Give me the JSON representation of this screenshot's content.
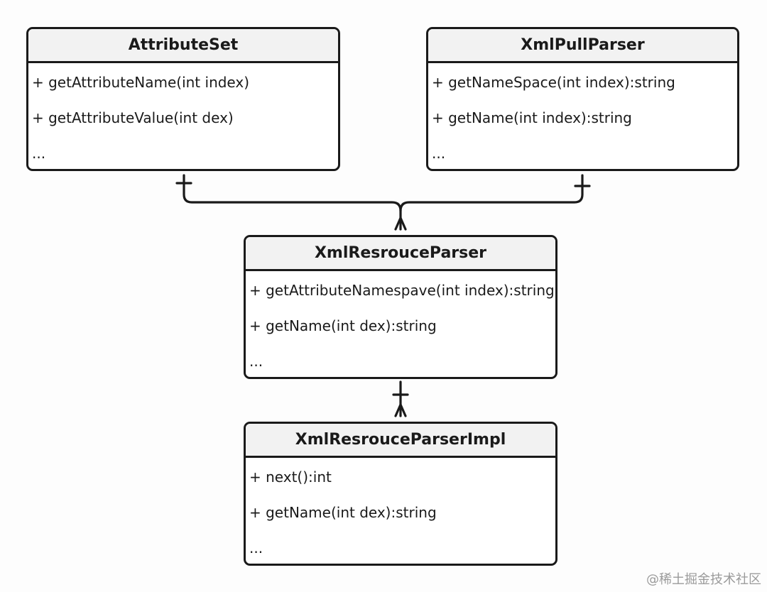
{
  "diagram": {
    "classes": [
      {
        "name": "AttributeSet",
        "members": [
          "+ getAttributeName(int index)",
          "+ getAttributeValue(int dex)",
          "..."
        ]
      },
      {
        "name": "XmlPullParser",
        "members": [
          "+ getNameSpace(int index):string",
          "+ getName(int index):string",
          "..."
        ]
      },
      {
        "name": "XmlResrouceParser",
        "members": [
          "+ getAttributeNamespave(int index):string",
          "+ getName(int dex):string",
          "..."
        ]
      },
      {
        "name": "XmlResrouceParserImpl",
        "members": [
          "+ next():int",
          "+ getName(int dex):string",
          "..."
        ]
      }
    ],
    "relationships": [
      {
        "from": "AttributeSet",
        "to": "XmlResrouceParser",
        "from_end": "one",
        "to_end": "many"
      },
      {
        "from": "XmlPullParser",
        "to": "XmlResrouceParser",
        "from_end": "one",
        "to_end": "many"
      },
      {
        "from": "XmlResrouceParser",
        "to": "XmlResrouceParserImpl",
        "from_end": "one",
        "to_end": "many"
      }
    ]
  },
  "watermark": "@稀土掘金技术社区"
}
